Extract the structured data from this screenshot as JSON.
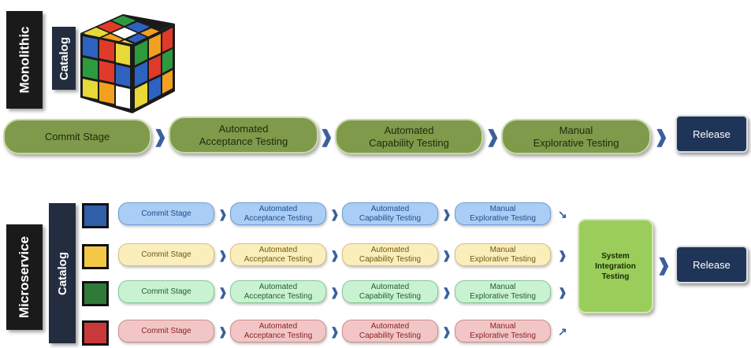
{
  "monolithic": {
    "label": "Monolithic",
    "catalog_label": "Catalog",
    "stages": [
      {
        "line1": "Commit Stage",
        "line2": ""
      },
      {
        "line1": "Automated",
        "line2": "Acceptance Testing"
      },
      {
        "line1": "Automated",
        "line2": "Capability Testing"
      },
      {
        "line1": "Manual",
        "line2": "Explorative Testing"
      }
    ],
    "release": "Release"
  },
  "microservice": {
    "label": "Microservice",
    "catalog_label": "Catalog",
    "rows": [
      {
        "color": "#2e5fa8",
        "theme": "blue"
      },
      {
        "color": "#f2c846",
        "theme": "yellow"
      },
      {
        "color": "#2f7a38",
        "theme": "green"
      },
      {
        "color": "#c9393a",
        "theme": "red"
      }
    ],
    "stages": [
      {
        "line1": "Commit Stage",
        "line2": ""
      },
      {
        "line1": "Automated",
        "line2": "Acceptance Testing"
      },
      {
        "line1": "Automated",
        "line2": "Capability Testing"
      },
      {
        "line1": "Manual",
        "line2": "Explorative Testing"
      }
    ],
    "system_integration": {
      "line1": "System",
      "line2": "Integration",
      "line3": "Testing"
    },
    "release": "Release"
  },
  "icons": {
    "cube": "rubiks-cube-icon",
    "arrow": "chevron-right-icon"
  }
}
